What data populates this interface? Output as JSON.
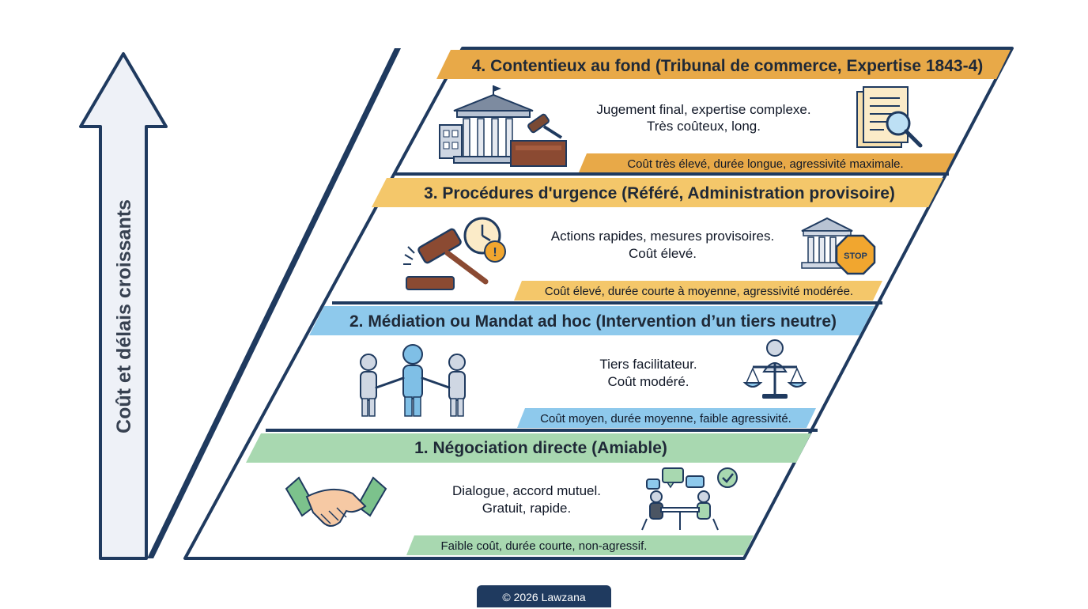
{
  "axis": {
    "label": "Coût et délais croissants"
  },
  "colors": {
    "outline": "#1f3a5f",
    "tier4": "#e8a948",
    "tier3": "#f4c76a",
    "tier2": "#8ec9ec",
    "tier1": "#a8d8b0"
  },
  "tiers": [
    {
      "title": "4. Contentieux au fond (Tribunal de commerce, Expertise 1843-4)",
      "description": [
        "Jugement final, expertise complexe.",
        "Très coûteux, long."
      ],
      "summary": "Coût très élevé, durée longue, agressivité maximale.",
      "left_icon": "courthouse-gavel-icon",
      "right_icon": "document-magnifier-icon"
    },
    {
      "title": "3. Procédures d'urgence (Référé, Administration provisoire)",
      "description": [
        "Actions rapides, mesures provisoires.",
        "Coût élevé."
      ],
      "summary": "Coût élevé, durée courte à moyenne, agressivité modérée.",
      "left_icon": "gavel-clock-icon",
      "right_icon": "bank-stop-icon",
      "stop_text": "STOP"
    },
    {
      "title": "2. Médiation ou Mandat ad hoc (Intervention d’un tiers neutre)",
      "description": [
        "Tiers facilitateur.",
        "Coût modéré."
      ],
      "summary": "Coût moyen, durée moyenne, faible agressivité.",
      "left_icon": "mediator-people-icon",
      "right_icon": "person-scales-icon"
    },
    {
      "title": "1. Négociation directe (Amiable)",
      "description": [
        "Dialogue, accord mutuel.",
        "Gratuit, rapide."
      ],
      "summary": "Faible coût, durée courte, non-agressif.",
      "left_icon": "handshake-icon",
      "right_icon": "meeting-chat-icon"
    }
  ],
  "footer": {
    "text": "© 2026 Lawzana"
  }
}
